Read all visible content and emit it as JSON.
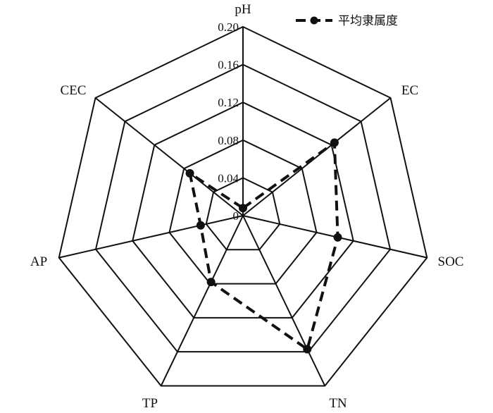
{
  "chart_data": {
    "type": "radar",
    "axes": [
      "pH",
      "EC",
      "SOC",
      "TN",
      "TP",
      "AP",
      "CEC"
    ],
    "ticks": [
      "0",
      "0.04",
      "0.08",
      "0.12",
      "0.16",
      "0.20"
    ],
    "rlim": [
      0,
      0.2
    ],
    "grid": true,
    "legend": "top-right",
    "series": [
      {
        "name": "平均隶属度",
        "values": [
          0.008,
          0.124,
          0.103,
          0.157,
          0.078,
          0.046,
          0.072
        ],
        "style": "dashed",
        "color": "#111111"
      }
    ]
  }
}
